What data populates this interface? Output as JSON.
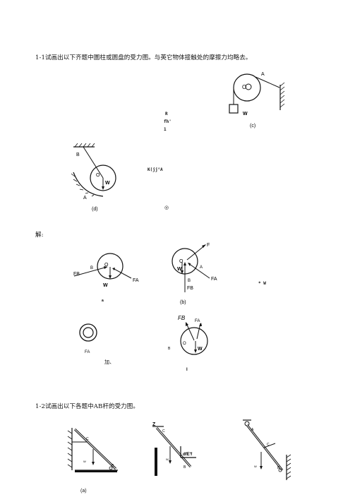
{
  "problem1": {
    "title": "1-1试画出以下齐题中圜柱或圆盘的受力图。与英它物体接触处的摩擦力均略去。",
    "fig_c": {
      "label_A": "A",
      "label_W": "W",
      "label_O": "O",
      "caption": "(c)"
    },
    "fig_d": {
      "label_B": "B",
      "label_A": "A",
      "label_W": "W",
      "label_O": "O",
      "caption": "(d)"
    },
    "noise": {
      "n1": "R",
      "n2": "fh'",
      "n3": "1",
      "n4": "K(jj°A",
      "n5": "◎"
    }
  },
  "solution": {
    "label": "解:",
    "fig_a": {
      "F_B": "FB",
      "label_B": "B",
      "label_O": "O",
      "label_W": "W",
      "F_A": "FA",
      "caption": "a"
    },
    "fig_b": {
      "F": "F",
      "label_O": "O",
      "label_A": "A",
      "label_W": "W",
      "label_B": "B",
      "F_B": "FB",
      "F_A": "FA",
      "caption": "(b)"
    },
    "fig_side": "* W",
    "fig_rings": {
      "F_A": "FA",
      "caption": "加、"
    },
    "fig_d": {
      "F_B": "FB",
      "F_A": "FA",
      "label_B": "B",
      "label_O": "O",
      "label_W": "W",
      "caption": "I"
    }
  },
  "problem2": {
    "title": "1-2试画出以下各题中AB杆的受力图。",
    "fig_a": {
      "label_C": "C",
      "label_A": "A",
      "label_B": "B",
      "label_W": "W",
      "caption": "(a)"
    },
    "fig_b": {
      "label_Z": "Z",
      "label_C": "C",
      "label_W": "W",
      "label_B": "B",
      "label_noise": "dfE'f"
    },
    "fig_c": {
      "label_A": "A",
      "label_C": "C",
      "label_W": "W",
      "label_B": "B"
    }
  }
}
